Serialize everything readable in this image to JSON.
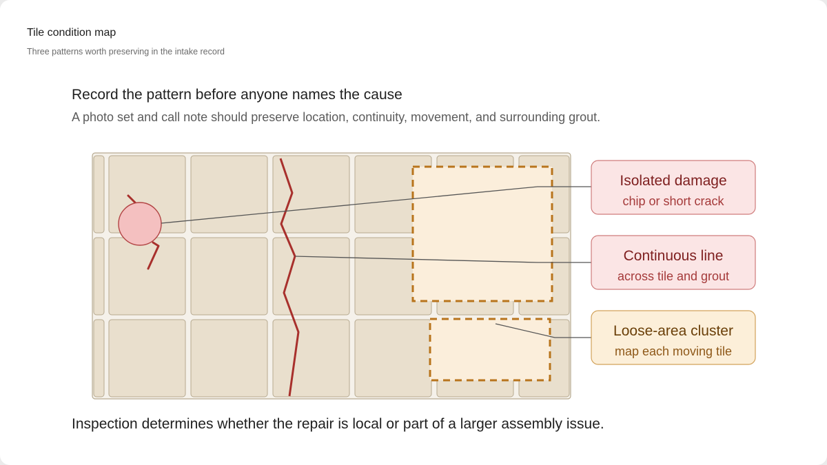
{
  "panel": {
    "title": "Tile condition map",
    "subtitle": "Three patterns worth preserving in the intake record"
  },
  "headline": "Record the pattern before anyone names the cause",
  "subline": "A photo set and call note should preserve location, continuity, movement, and surrounding grout.",
  "callouts": [
    {
      "title": "Isolated damage",
      "desc": "chip or short crack"
    },
    {
      "title": "Continuous line",
      "desc": "across tile and grout"
    },
    {
      "title": "Loose-area cluster",
      "desc": "map each moving tile"
    }
  ],
  "footer": "Inspection determines whether the repair is local or part of a larger assembly issue.",
  "colors": {
    "tile": "#e9dfcd",
    "tile_stroke": "#b6a98f",
    "crack": "#a8302c",
    "chip_fill": "#f4c0c0",
    "chip_stroke": "#b24444",
    "zone_fill": "#fbeedb",
    "zone_stroke": "#b8741c",
    "callout_red_bg": "#fbe5e5",
    "callout_red_border": "#cf7c7c",
    "callout_red_text": "#7e1f1f",
    "callout_red_desc": "#a53a3a",
    "callout_amber_bg": "#fcefd9",
    "callout_amber_border": "#d2a25a",
    "callout_amber_text": "#6a3f08",
    "callout_amber_desc": "#8e5818",
    "leader": "#555555"
  }
}
